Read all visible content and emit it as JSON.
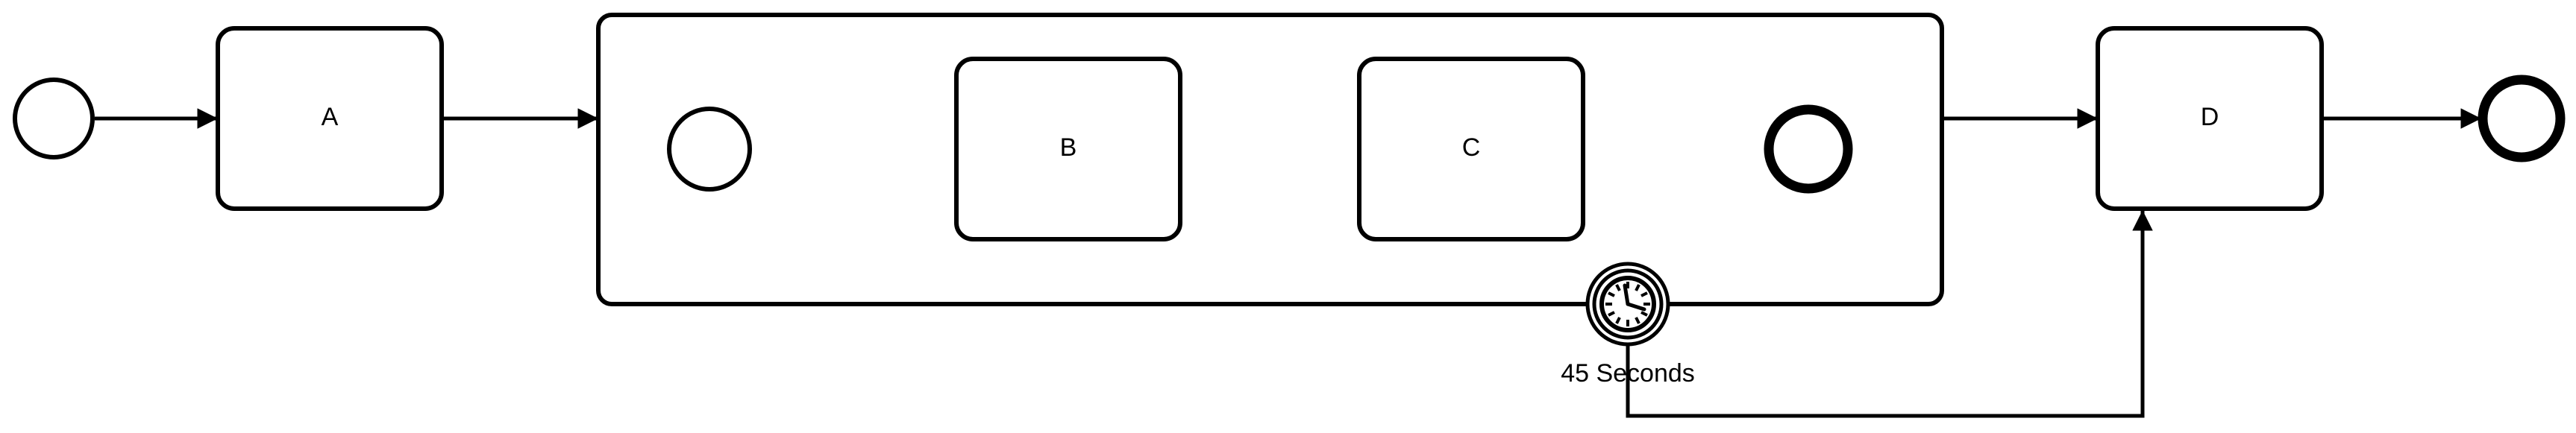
{
  "diagram": {
    "tasks": {
      "a": "A",
      "b": "B",
      "c": "C",
      "d": "D"
    },
    "timer_label": "45 Seconds"
  },
  "colors": {
    "stroke": "#000000",
    "fill": "#ffffff"
  }
}
